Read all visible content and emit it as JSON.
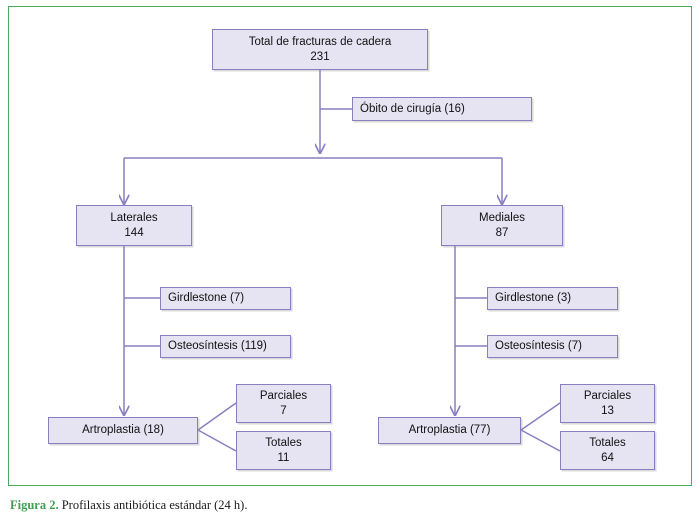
{
  "figure": {
    "frame_border_color": "#4aaa5e",
    "node_fill_color": "#e6e3f2",
    "node_border_color": "#8a7ec0",
    "connector_color": "#8a7ec0",
    "caption_label": "Figura 2.",
    "caption_text": " Profilaxis antibiótica estándar (24 h)."
  },
  "nodes": {
    "total": {
      "line1": "Total de fracturas de cadera",
      "line2": "231"
    },
    "obito": {
      "line1": "Óbito de cirugía (16)"
    },
    "laterales": {
      "line1": "Laterales",
      "line2": "144"
    },
    "mediales": {
      "line1": "Mediales",
      "line2": "87"
    },
    "girdlestone_lateral": {
      "line1": "Girdlestone (7)"
    },
    "osteosintesis_lateral": {
      "line1": "Osteosíntesis (119)"
    },
    "artroplastia_lateral": {
      "line1": "Artroplastia (18)"
    },
    "parciales_lateral": {
      "line1": "Parciales",
      "line2": "7"
    },
    "totales_lateral": {
      "line1": "Totales",
      "line2": "11"
    },
    "girdlestone_medial": {
      "line1": "Girdlestone (3)"
    },
    "osteosintesis_medial": {
      "line1": "Osteosíntesis (7)"
    },
    "artroplastia_medial": {
      "line1": "Artroplastia (77)"
    },
    "parciales_medial": {
      "line1": "Parciales",
      "line2": "13"
    },
    "totales_medial": {
      "line1": "Totales",
      "line2": "64"
    }
  },
  "chart_data": {
    "type": "diagram",
    "title": "Profilaxis antibiótica estándar (24 h)",
    "diagram_kind": "flowchart",
    "root": "Total de fracturas de cadera = 231",
    "branches": [
      {
        "label": "Óbito de cirugía",
        "value": 16,
        "parent": "Total de fracturas de cadera"
      },
      {
        "label": "Laterales",
        "value": 144,
        "parent": "Total de fracturas de cadera"
      },
      {
        "label": "Mediales",
        "value": 87,
        "parent": "Total de fracturas de cadera"
      },
      {
        "label": "Girdlestone",
        "value": 7,
        "parent": "Laterales"
      },
      {
        "label": "Osteosíntesis",
        "value": 119,
        "parent": "Laterales"
      },
      {
        "label": "Artroplastia",
        "value": 18,
        "parent": "Laterales"
      },
      {
        "label": "Parciales",
        "value": 7,
        "parent": "Artroplastia (18)"
      },
      {
        "label": "Totales",
        "value": 11,
        "parent": "Artroplastia (18)"
      },
      {
        "label": "Girdlestone",
        "value": 3,
        "parent": "Mediales"
      },
      {
        "label": "Osteosíntesis",
        "value": 7,
        "parent": "Mediales"
      },
      {
        "label": "Artroplastia",
        "value": 77,
        "parent": "Mediales"
      },
      {
        "label": "Parciales",
        "value": 13,
        "parent": "Artroplastia (77)"
      },
      {
        "label": "Totales",
        "value": 64,
        "parent": "Artroplastia (77)"
      }
    ]
  }
}
